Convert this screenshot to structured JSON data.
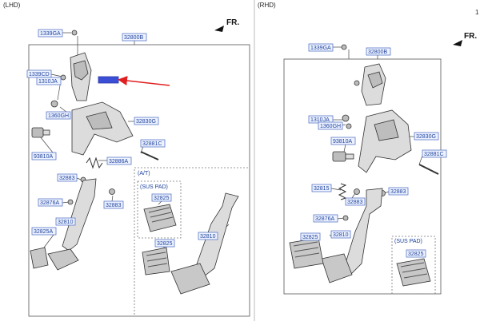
{
  "headers": {
    "lhd": "(LHD)",
    "rhd": "(RHD)",
    "corner_mark": "1"
  },
  "fr_label": "FR.",
  "left": {
    "labels": {
      "l1339ga": "1339GA",
      "l32800b": "32800B",
      "l1339cd": "1339CD",
      "l1310ja": "1310JA",
      "l1360gh": "1360GH",
      "l32830g": "32830G",
      "l93810a": "93810A",
      "l32881c": "32881C",
      "l32886a": "32886A",
      "l32883a": "32883",
      "l32883b": "32883",
      "l32876a": "32876A",
      "l32810a": "32810",
      "l32825a": "32825A",
      "l32825sus": "32825",
      "l32825at": "32825",
      "l32810at": "32810"
    },
    "at_label": "(A/T)",
    "sus_pad": "(SUS PAD)"
  },
  "right": {
    "labels": {
      "r1339ga": "1339GA",
      "r32800b": "32800B",
      "r1310ja": "1310JA",
      "r1360gh": "1360GH",
      "r32830g": "32830G",
      "r93810a": "93810A",
      "r32881c": "32881C",
      "r32815": "32815",
      "r32883a": "32883",
      "r32883b": "32883",
      "r32876a": "32876A",
      "r32825": "32825",
      "r32810": "32810",
      "r32825sus": "32825"
    },
    "sus_pad": "(SUS PAD)"
  },
  "colors": {
    "label_text": "#1a3f9c",
    "highlight": "#3b4fd6",
    "arrow": "#e02020"
  }
}
